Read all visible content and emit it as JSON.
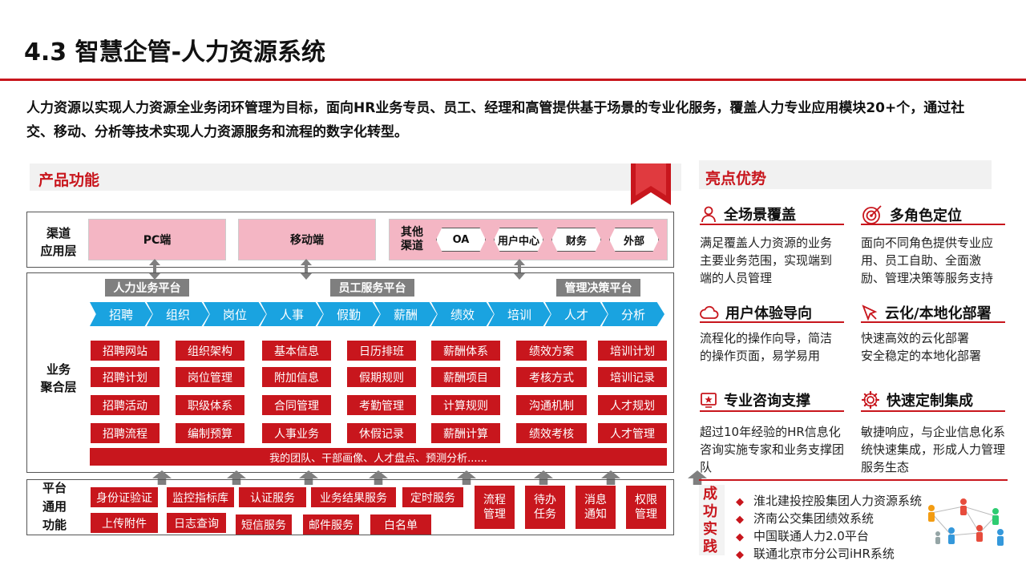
{
  "title": "4.3 智慧企管-人力资源系统",
  "intro": "人力资源以实现人力资源全业务闭环管理为目标，面向HR业务专员、员工、经理和高管提供基于场景的专业化服务，覆盖人力专业应用模块20+个，通过社交、移动、分析等技术实现人力资源服务和流程的数字化转型。",
  "product": {
    "section_title": "产品功能",
    "channel": {
      "label": "渠道\n应用层",
      "pc": "PC端",
      "mobile": "移动端",
      "other_label": "其他\n渠道",
      "other": [
        "OA",
        "用户中心",
        "财务",
        "外部"
      ]
    },
    "business": {
      "label": "业务\n聚合层",
      "platforms": [
        "人力业务平台",
        "员工服务平台",
        "管理决策平台"
      ],
      "modules": [
        "招聘",
        "组织",
        "岗位",
        "人事",
        "假勤",
        "薪酬",
        "绩效",
        "培训",
        "人才",
        "分析"
      ],
      "columns": [
        [
          "招聘网站",
          "招聘计划",
          "招聘活动",
          "招聘流程"
        ],
        [
          "组织架构",
          "岗位管理",
          "职级体系",
          "编制预算"
        ],
        [
          "基本信息",
          "附加信息",
          "合同管理",
          "人事业务"
        ],
        [
          "日历排班",
          "假期规则",
          "考勤管理",
          "休假记录"
        ],
        [
          "薪酬体系",
          "薪酬项目",
          "计算规则",
          "薪酬计算"
        ],
        [
          "绩效方案",
          "考核方式",
          "沟通机制",
          "绩效考核"
        ],
        [
          "培训计划",
          "培训记录",
          "人才规划",
          "人才管理"
        ]
      ],
      "analysis_bar": "我的团队、干部画像、人才盘点、预测分析......"
    },
    "platform": {
      "label": "平台\n通用\n功能",
      "row1": [
        "身份证验证",
        "监控指标库",
        "认证服务",
        "业务结果服务",
        "定时服务"
      ],
      "row2": [
        "上传附件",
        "日志查询",
        "短信服务",
        "邮件服务",
        "白名单"
      ],
      "tall": [
        "流程\n管理",
        "待办\n任务",
        "消息\n通知",
        "权限\n管理"
      ]
    }
  },
  "highlights": {
    "section_title": "亮点优势",
    "items": [
      {
        "title": "全场景覆盖",
        "icon": "person-icon",
        "text": "满足覆盖人力资源的业务主要业务范围，实现端到端的人员管理"
      },
      {
        "title": "多角色定位",
        "icon": "target-icon",
        "text": "面向不同角色提供专业应用、员工自助、全面激励、管理决策等服务支持"
      },
      {
        "title": "用户体验导向",
        "icon": "cloud-icon",
        "text": "流程化的操作向导，简洁的操作页面，易学易用"
      },
      {
        "title": "云化/本地化部署",
        "icon": "cursor-icon",
        "text": "快速高效的云化部署\n安全稳定的本地化部署"
      },
      {
        "title": "专业咨询支撑",
        "icon": "star-icon",
        "text": "超过10年经验的HR信息化咨询实施专家和业务支撑团队"
      },
      {
        "title": "快速定制集成",
        "icon": "gear-icon",
        "text": "敏捷响应，与企业信息化系统快速集成，形成人力管理服务生态"
      }
    ]
  },
  "cases": {
    "label": "成功实践",
    "items": [
      "淮北建投控股集团人力资源系统",
      "济南公交集团绩效系统",
      "中国联通人力2.0平台",
      "联通北京市分公司iHR系统"
    ]
  },
  "colors": {
    "accent": "#c8161d",
    "pink": "#f4b6c4",
    "blue": "#1aa3e0",
    "gray": "#7f7f7f"
  }
}
